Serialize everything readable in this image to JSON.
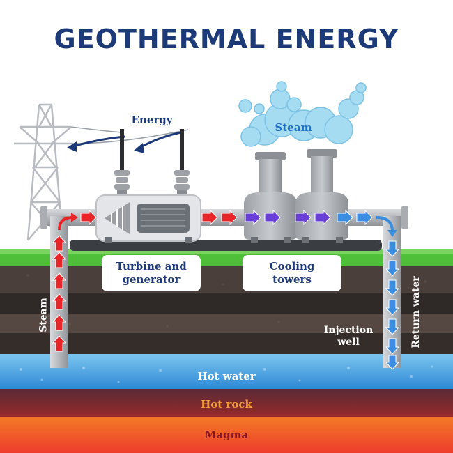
{
  "title": "GEOTHERMAL ENERGY",
  "labels": {
    "energy": "Energy",
    "steam_top": "Steam",
    "turbine_line1": "Turbine and",
    "turbine_line2": "generator",
    "cooling_line1": "Cooling",
    "cooling_line2": "towers",
    "steam_well": "Steam",
    "injection_line1": "Injection",
    "injection_line2": "well",
    "return_water": "Return water",
    "hot_water": "Hot water",
    "hot_rock": "Hot rock",
    "magma": "Magma"
  },
  "colors": {
    "title": "#1d3a78",
    "hot_flow": "#e8262a",
    "cool_flow": "#6a3fd8",
    "cold_flow": "#3a8de0",
    "grass": "#4fbf3a",
    "hot_water_layer": "#2d8fd8",
    "hot_rock_layer": "#8a2430",
    "magma_layer": "#f0562a"
  }
}
